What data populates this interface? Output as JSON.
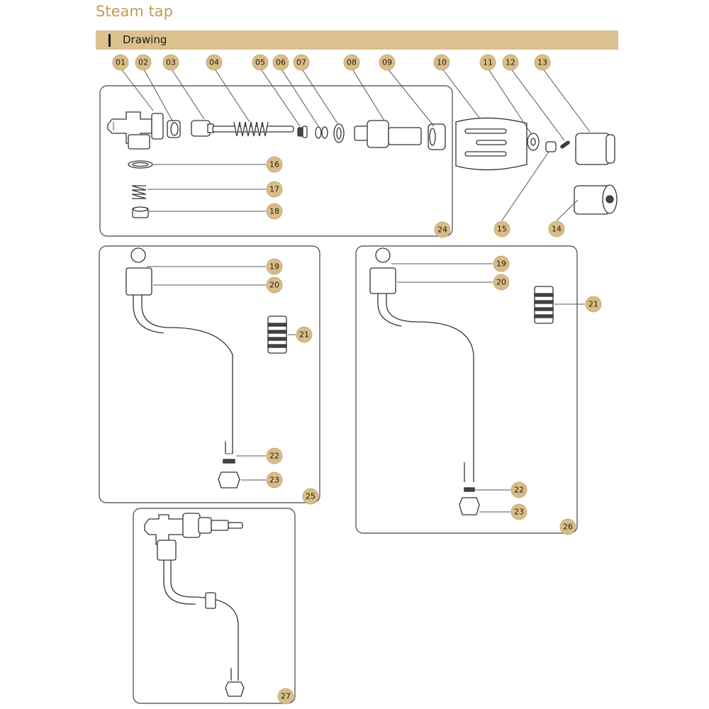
{
  "header": {
    "title": "Steam tap"
  },
  "section": {
    "title": "Drawing"
  },
  "callouts": {
    "c01": "01",
    "c02": "02",
    "c03": "03",
    "c04": "04",
    "c05": "05",
    "c06": "06",
    "c07": "07",
    "c08": "08",
    "c09": "09",
    "c10": "10",
    "c11": "11",
    "c12": "12",
    "c13": "13",
    "c14": "14",
    "c15": "15",
    "c16": "16",
    "c17": "17",
    "c18": "18",
    "c19a": "19",
    "c20a": "20",
    "c21a": "21",
    "c22a": "22",
    "c23a": "23",
    "c19b": "19",
    "c20b": "20",
    "c21b": "21",
    "c22b": "22",
    "c23b": "23",
    "c24": "24",
    "c25": "25",
    "c26": "26",
    "c27": "27"
  }
}
